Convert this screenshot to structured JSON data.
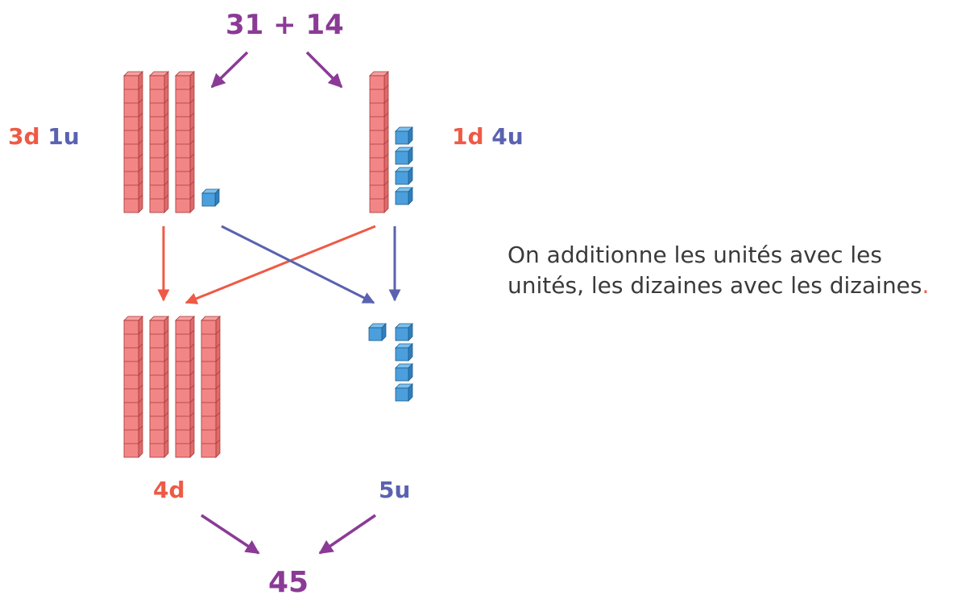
{
  "colors": {
    "tens": "#ee5a45",
    "units": "#5a62b0",
    "purple": "#8b3a96",
    "rod_fill": "#f28686",
    "rod_stroke": "#a83838",
    "cube_fill": "#4b9fdc",
    "cube_stroke": "#1f5e8a",
    "text": "#3a3a3a"
  },
  "equation": {
    "a": "31",
    "op": "+",
    "b": "14"
  },
  "left_number": {
    "tens": "3d",
    "units": "1u",
    "rods": 3,
    "cubes": 1
  },
  "right_number": {
    "tens": "1d",
    "units": "4u",
    "rods": 1,
    "cubes": 4
  },
  "sum": {
    "tens": "4d",
    "units": "5u",
    "rods": 4,
    "cubes": 5
  },
  "result": "45",
  "explanation": {
    "line1": "On additionne les unités avec les",
    "line2": "unités, les dizaines avec les dizaines",
    "period": "."
  }
}
